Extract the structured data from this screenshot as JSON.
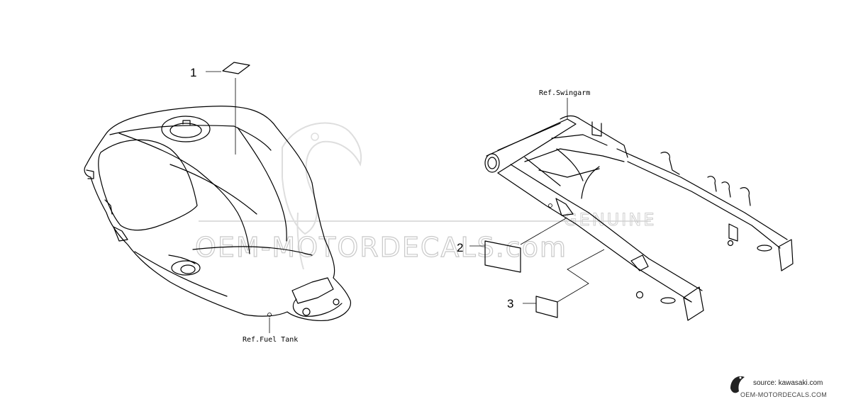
{
  "callouts": [
    {
      "number": "1"
    },
    {
      "number": "2"
    },
    {
      "number": "3"
    }
  ],
  "references": {
    "fuel_tank": "Ref.Fuel Tank",
    "swingarm": "Ref.Swingarm"
  },
  "watermark": {
    "main": "OEM-MOTORDECALS.com",
    "genuine": "GENUINE"
  },
  "footer": {
    "source": "source: kawasaki.com",
    "brand": "OEM-MOTORDECALS.COM"
  }
}
